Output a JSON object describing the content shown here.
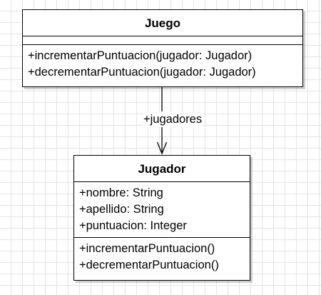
{
  "diagram": {
    "classes": [
      {
        "key": "juego",
        "name": "Juego",
        "attributes": [],
        "methods": [
          "+incrementarPuntuacion(jugador: Jugador)",
          "+decrementarPuntuacion(jugador: Jugador)"
        ]
      },
      {
        "key": "jugador",
        "name": "Jugador",
        "attributes": [
          "+nombre: String",
          "+apellido: String",
          "+puntuacion: Integer"
        ],
        "methods": [
          "+incrementarPuntuacion()",
          "+decrementarPuntuacion()"
        ]
      }
    ],
    "association": {
      "from": "Juego",
      "to": "Jugador",
      "label": "+jugadores"
    },
    "colors": {
      "line": "#000000",
      "grid": "#e4e4e4",
      "background": "#ffffff"
    }
  }
}
